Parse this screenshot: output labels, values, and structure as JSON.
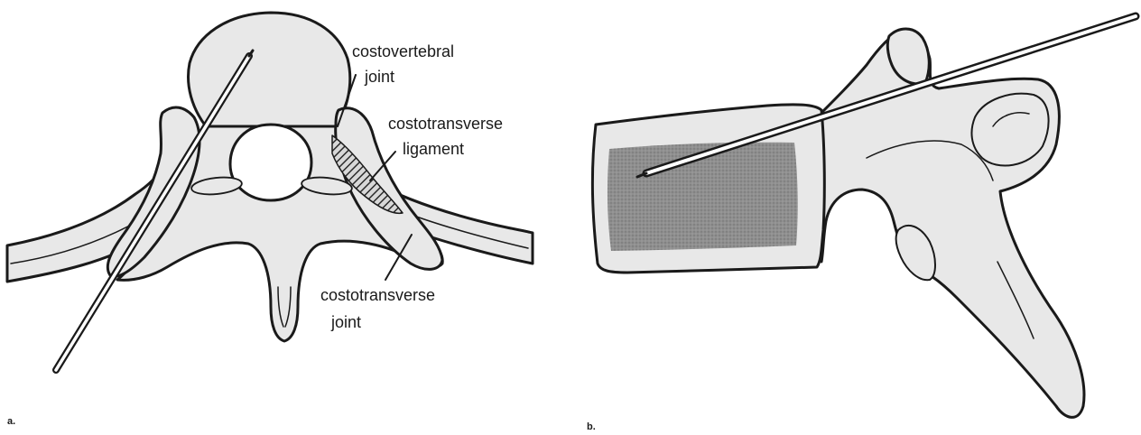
{
  "panels": [
    {
      "id": "a",
      "panel_label": "a.",
      "annotations": [
        {
          "lines": [
            "costovertebral",
            "joint"
          ]
        },
        {
          "lines": [
            "costotransverse",
            "ligament"
          ]
        },
        {
          "lines": [
            "costotransverse",
            "joint"
          ]
        }
      ]
    },
    {
      "id": "b",
      "panel_label": "b."
    }
  ],
  "colors": {
    "bone_fill": "#e8e8e8",
    "outline": "#1a1a1a",
    "target_shading": "#8f8f8f",
    "ligament_hatch": "#2a2a2a"
  }
}
